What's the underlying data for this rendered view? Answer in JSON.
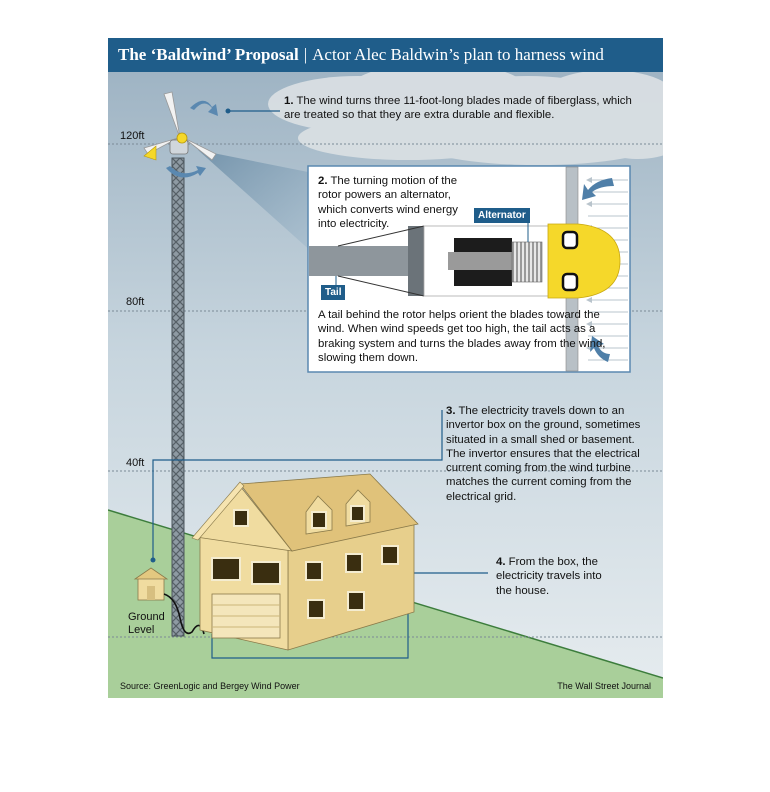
{
  "title": {
    "bold": "The ‘Baldwind’ Proposal",
    "separator": "|",
    "rest": "Actor Alec Baldwin’s plan to harness wind"
  },
  "heights": [
    "120ft",
    "80ft",
    "40ft"
  ],
  "ground_label_1": "Ground",
  "ground_label_2": "Level",
  "steps": [
    {
      "num": "1.",
      "text": "The wind turns three 11-foot-long blades made of fiberglass, which are treated so that they are extra durable and flexible."
    },
    {
      "num": "2.",
      "text": "The turning motion of the rotor powers an alternator, which converts wind energy into electricity."
    },
    {
      "num": "3.",
      "text": "The electricity travels down to an invertor box on the ground, sometimes situated in a small shed or basement. The invertor ensures that the electrical current coming from the wind turbine matches the current coming from the electrical grid."
    },
    {
      "num": "4.",
      "text": "From the box, the electricity travels into the house."
    }
  ],
  "tail_text": "A tail behind the rotor helps orient the blades toward the wind. When wind speeds get too high, the tail acts as a braking system and turns the blades away from the wind, slowing them down.",
  "labels": {
    "alternator": "Alternator",
    "tail": "Tail"
  },
  "source": "Source: GreenLogic and Bergey Wind Power",
  "credit": "The Wall Street Journal",
  "colors": {
    "header": "#1f5d8a",
    "accent": "#1f5d8a",
    "rotor": "#f5d82a",
    "ground": "#a9cf9a",
    "house": "#f0dca0"
  }
}
